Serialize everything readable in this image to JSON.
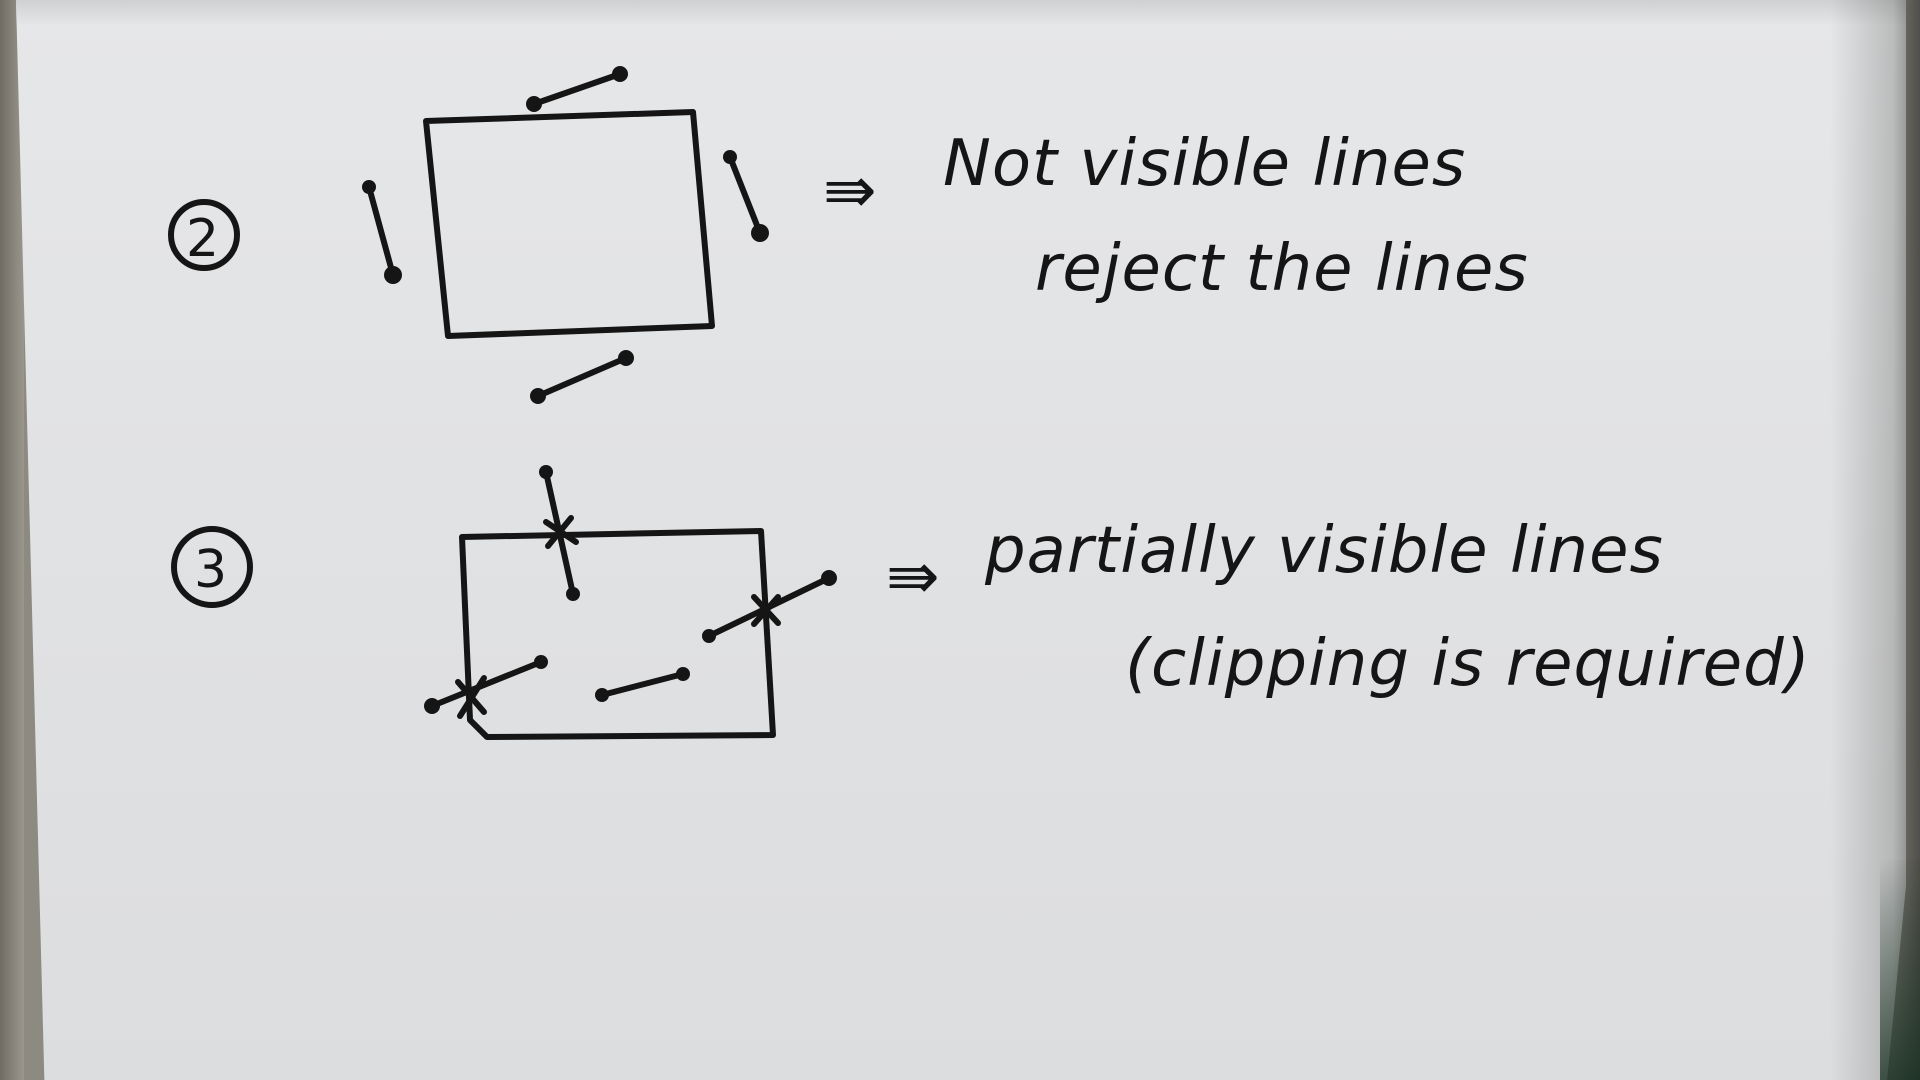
{
  "section2": {
    "number": "2",
    "arrow": "⇛",
    "line1": "Not visible lines",
    "line2": "reject the lines"
  },
  "section3": {
    "number": "3",
    "arrow": "⇛",
    "line1": "partially visible lines",
    "line2": "(clipping is required)"
  }
}
